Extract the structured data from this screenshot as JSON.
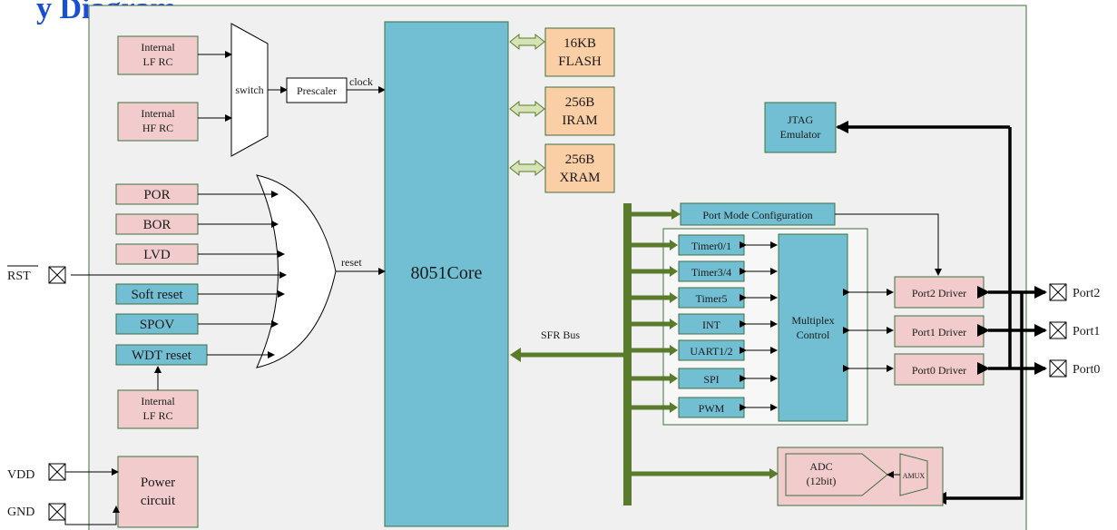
{
  "title": "y Diagram",
  "core": "8051Core",
  "clock": {
    "lf_rc": [
      "Internal",
      "LF RC"
    ],
    "hf_rc": [
      "Internal",
      "HF RC"
    ],
    "switch": "switch",
    "prescaler": "Prescaler",
    "clock_label": "clock"
  },
  "memory": [
    [
      "16KB",
      "FLASH"
    ],
    [
      "256B",
      "IRAM"
    ],
    [
      "256B",
      "XRAM"
    ]
  ],
  "reset_sources": [
    "POR",
    "BOR",
    "LVD",
    "Soft reset",
    "SPOV",
    "WDT reset"
  ],
  "reset_label": "reset",
  "wdt_clock": [
    "Internal",
    "LF RC"
  ],
  "rst_pin": "RST",
  "jtag": [
    "JTAG",
    "Emulator"
  ],
  "port_mode": "Port Mode Configuration",
  "peripherals": [
    "Timer0/1",
    "Timer3/4",
    "Timer5",
    "INT",
    "UART1/2",
    "SPI",
    "PWM"
  ],
  "multiplex": [
    "Multiplex",
    "Control"
  ],
  "drivers": [
    "Port2 Driver",
    "Port1 Driver",
    "Port0 Driver"
  ],
  "ports": [
    "Port2",
    "Port1",
    "Port0"
  ],
  "sfr_bus": "SFR Bus",
  "adc": [
    "ADC",
    "(12bit)"
  ],
  "amux": "AMUX",
  "power": [
    "Power",
    "circuit"
  ],
  "vdd": "VDD",
  "gnd": "GND",
  "colors": {
    "pink": "#f2cccc",
    "blue": "#72bfd4",
    "orange": "#fbcfa6",
    "bus": "#5a7a2c",
    "title": "#1a4fd1"
  }
}
